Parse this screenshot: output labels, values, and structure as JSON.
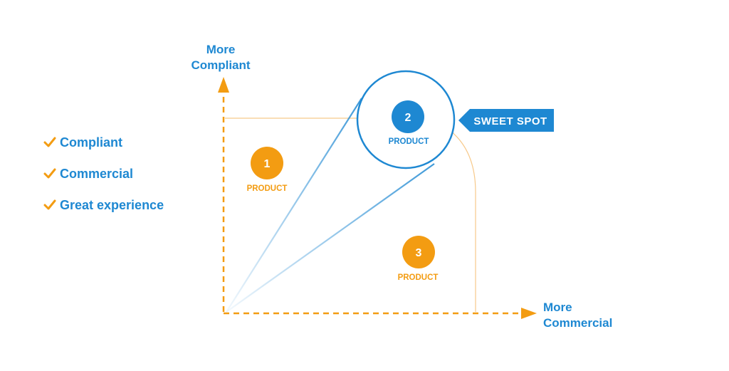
{
  "colors": {
    "blue": "#1e88d2",
    "orange": "#f39c12",
    "light_orange": "#f7c98a",
    "light_blue": "#9cc9e8"
  },
  "axes": {
    "y_label": [
      "More",
      "Compliant"
    ],
    "x_label": [
      "More",
      "Commercial"
    ]
  },
  "checklist": [
    {
      "icon": "checkmark-icon",
      "label": "Compliant"
    },
    {
      "icon": "checkmark-icon",
      "label": "Commercial"
    },
    {
      "icon": "checkmark-icon",
      "label": "Great experience"
    }
  ],
  "products": [
    {
      "number": "1",
      "label": "PRODUCT",
      "color": "#f39c12"
    },
    {
      "number": "2",
      "label": "PRODUCT",
      "color": "#1e88d2"
    },
    {
      "number": "3",
      "label": "PRODUCT",
      "color": "#f39c12"
    }
  ],
  "callout": {
    "label": "SWEET SPOT"
  }
}
